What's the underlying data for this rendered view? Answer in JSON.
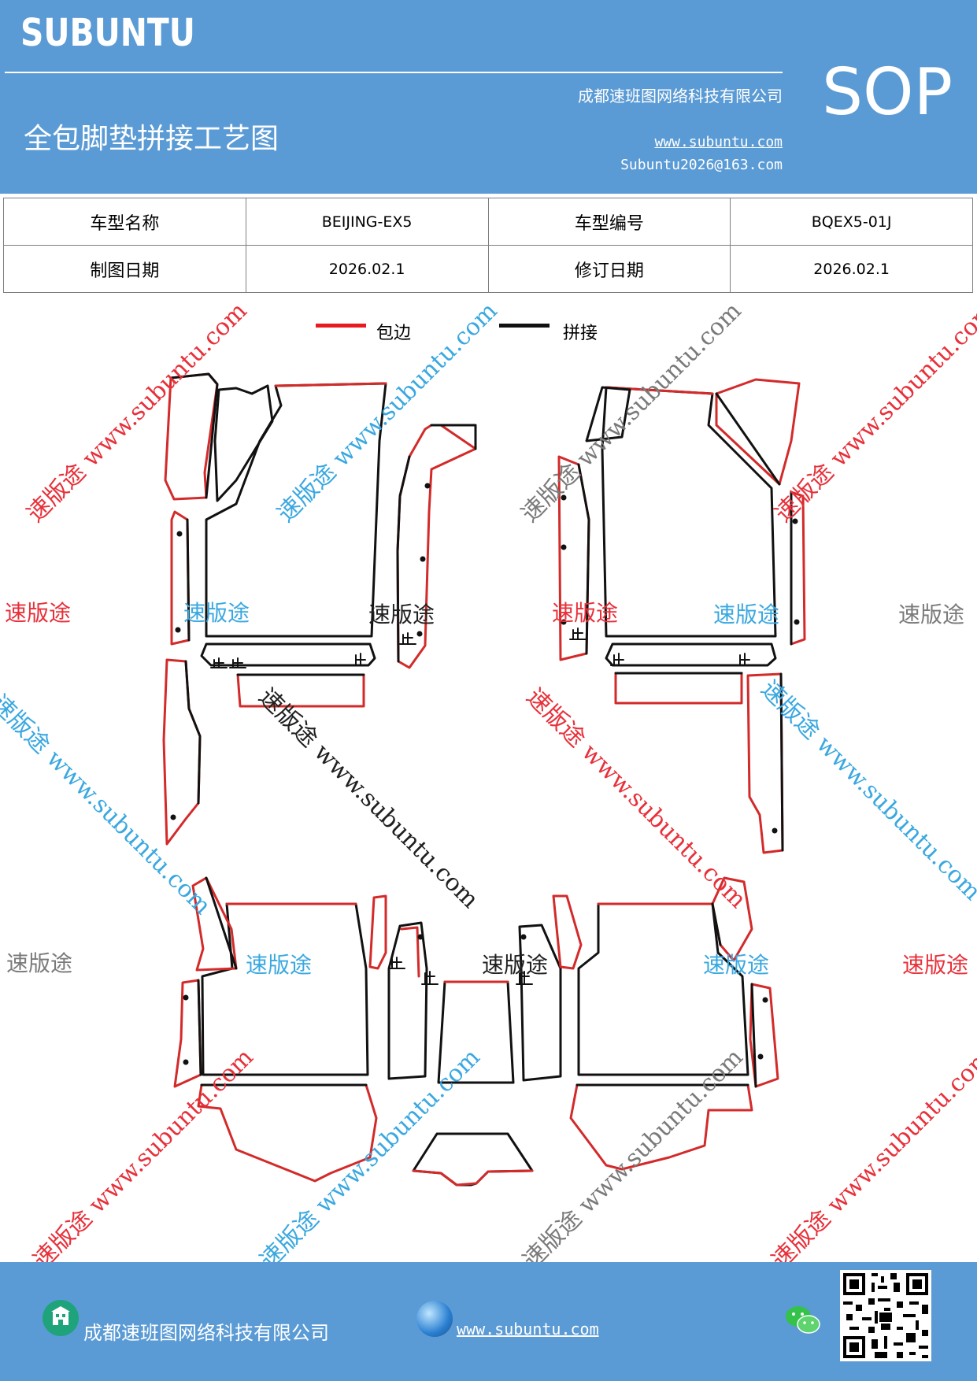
{
  "header": {
    "brand": "SUBUNTU",
    "company": "成都速班图网络科技有限公司",
    "title": "全包脚垫拼接工艺图",
    "website": "www.subuntu.com",
    "email": "Subuntu2026@163.com",
    "badge": "SOP"
  },
  "info_table": {
    "row1": {
      "label1": "车型名称",
      "value1": "BEIJING-EX5",
      "label2": "车型编号",
      "value2": "BQEX5-01J"
    },
    "row2": {
      "label1": "制图日期",
      "value1": "2026.02.1",
      "label2": "修订日期",
      "value2": "2026.02.1"
    }
  },
  "legend": {
    "red": {
      "label": "包边",
      "color": "#e8191f"
    },
    "black": {
      "label": "拼接",
      "color": "#111111"
    }
  },
  "watermarks": {
    "brand": "速版途",
    "diag_red": "速版途 www.subuntu.com",
    "diag_blue": "速版途 www.subuntu.com",
    "diag_gray": "速版途 www.subuntu.com",
    "diag_dark": "速版途 www.subuntu.com"
  },
  "footer": {
    "company": "成都速班图网络科技有限公司",
    "website": "www.subuntu.com",
    "icons": [
      "building-icon",
      "globe-icon",
      "wechat-icon",
      "qr-code"
    ]
  }
}
